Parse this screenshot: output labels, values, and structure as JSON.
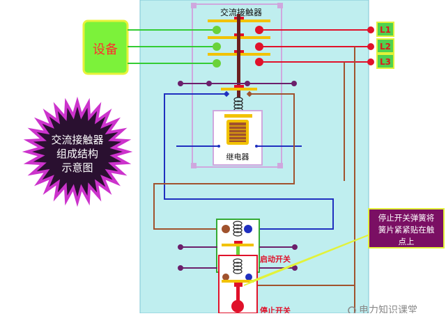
{
  "diagram": {
    "title": "交流接触器",
    "device_label": "设备",
    "star_label_line1": "交流接触器",
    "star_label_line2": "组成结构",
    "star_label_line3": "示意图",
    "relay_label": "继电器",
    "start_switch_label": "启动开关",
    "stop_switch_label": "停止开关",
    "phases": [
      "L1",
      "L2",
      "L3"
    ],
    "callout_line1": "停止开关弹簧将",
    "callout_line2": "簧片紧紧贴在触",
    "callout_line3": "点上",
    "watermark": "电力知识课堂"
  },
  "colors": {
    "panel": "#bfeeef",
    "device_fill": "#7cf23a",
    "green_line": "#33cc33",
    "red_line": "#e0112a",
    "brown_line": "#a0522d",
    "blue_line": "#1f2fbf",
    "purple": "#6b1f6b",
    "gold": "#f2c200",
    "star_fill": "#2a1030",
    "star_edge": "#cc33cc",
    "callout_fill": "#7a0f63",
    "terminal_fill": "#4fd14f"
  }
}
